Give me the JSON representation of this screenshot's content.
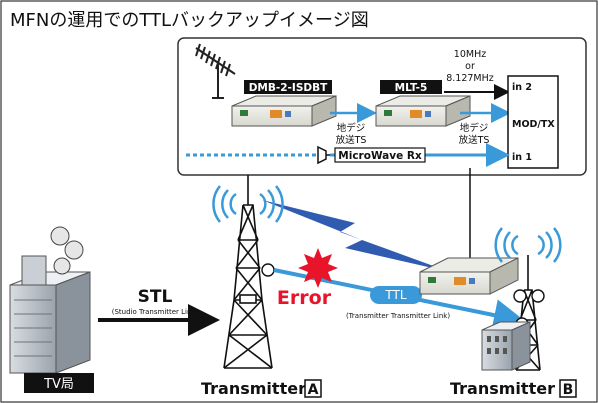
{
  "title": "MFNの運用でのTTLバックアップイメージ図",
  "devices": {
    "receiver": "DMB-2-ISDBT",
    "mlt": "MLT-5",
    "microwave": "MicroWave Rx",
    "modtx": "MOD/TX",
    "port_in2": "in 2",
    "port_in1": "in 1"
  },
  "frequency": {
    "line1": "10MHz",
    "line2": "or",
    "line3": "8.127MHz"
  },
  "ts_labels": {
    "a_line1": "地デジ",
    "a_line2": "放送TS",
    "b_line1": "地デジ",
    "b_line2": "放送TS"
  },
  "links": {
    "stl": "STL",
    "stl_full": "(Studio Transmitter Link)",
    "ttl": "TTL",
    "ttl_full": "(Transmitter Transmitter Link)",
    "error": "Error"
  },
  "stations": {
    "tv": "TV局",
    "tx_a_text": "Transmitter",
    "tx_a_letter": "A",
    "tx_b_text": "Transmitter",
    "tx_b_letter": "B"
  },
  "colors": {
    "ttl_blue": "#3a9ad9",
    "error_red": "#e8142a",
    "panel_border": "#333333"
  },
  "icons": [
    "yagi-antenna-icon",
    "dish-antenna-icon",
    "radio-wave-icon",
    "lightning-icon",
    "explosion-icon"
  ]
}
